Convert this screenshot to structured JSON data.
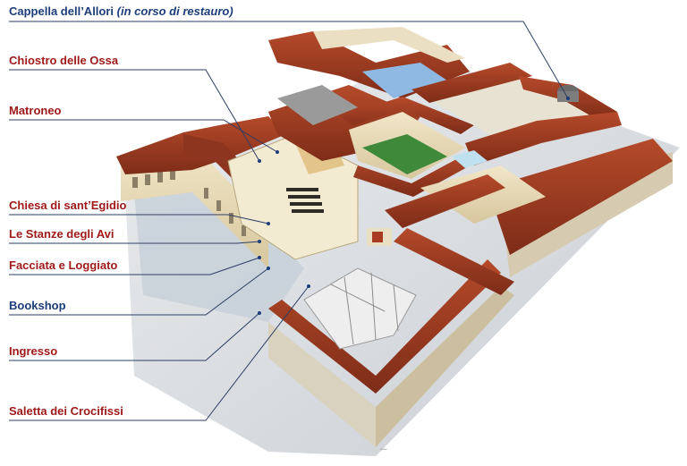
{
  "labels": {
    "cappella": {
      "main": "Cappella dell’Allori",
      "note": "(in corso di restauro)"
    },
    "chiostro": "Chiostro delle Ossa",
    "matroneo": "Matroneo",
    "chiesa": "Chiesa di sant’Egidio",
    "stanze": "Le Stanze degli Avi",
    "facciata": "Facciata e Loggiato",
    "bookshop": "Bookshop",
    "ingresso": "Ingresso",
    "saletta": "Saletta dei Crocifissi"
  },
  "colors": {
    "label_red": "#a01a1a",
    "label_blue": "#1c3d7a",
    "leader_line": "#2c3e64",
    "roof": "#9c3c22",
    "cloister_lawn": "#3e8a3a"
  }
}
